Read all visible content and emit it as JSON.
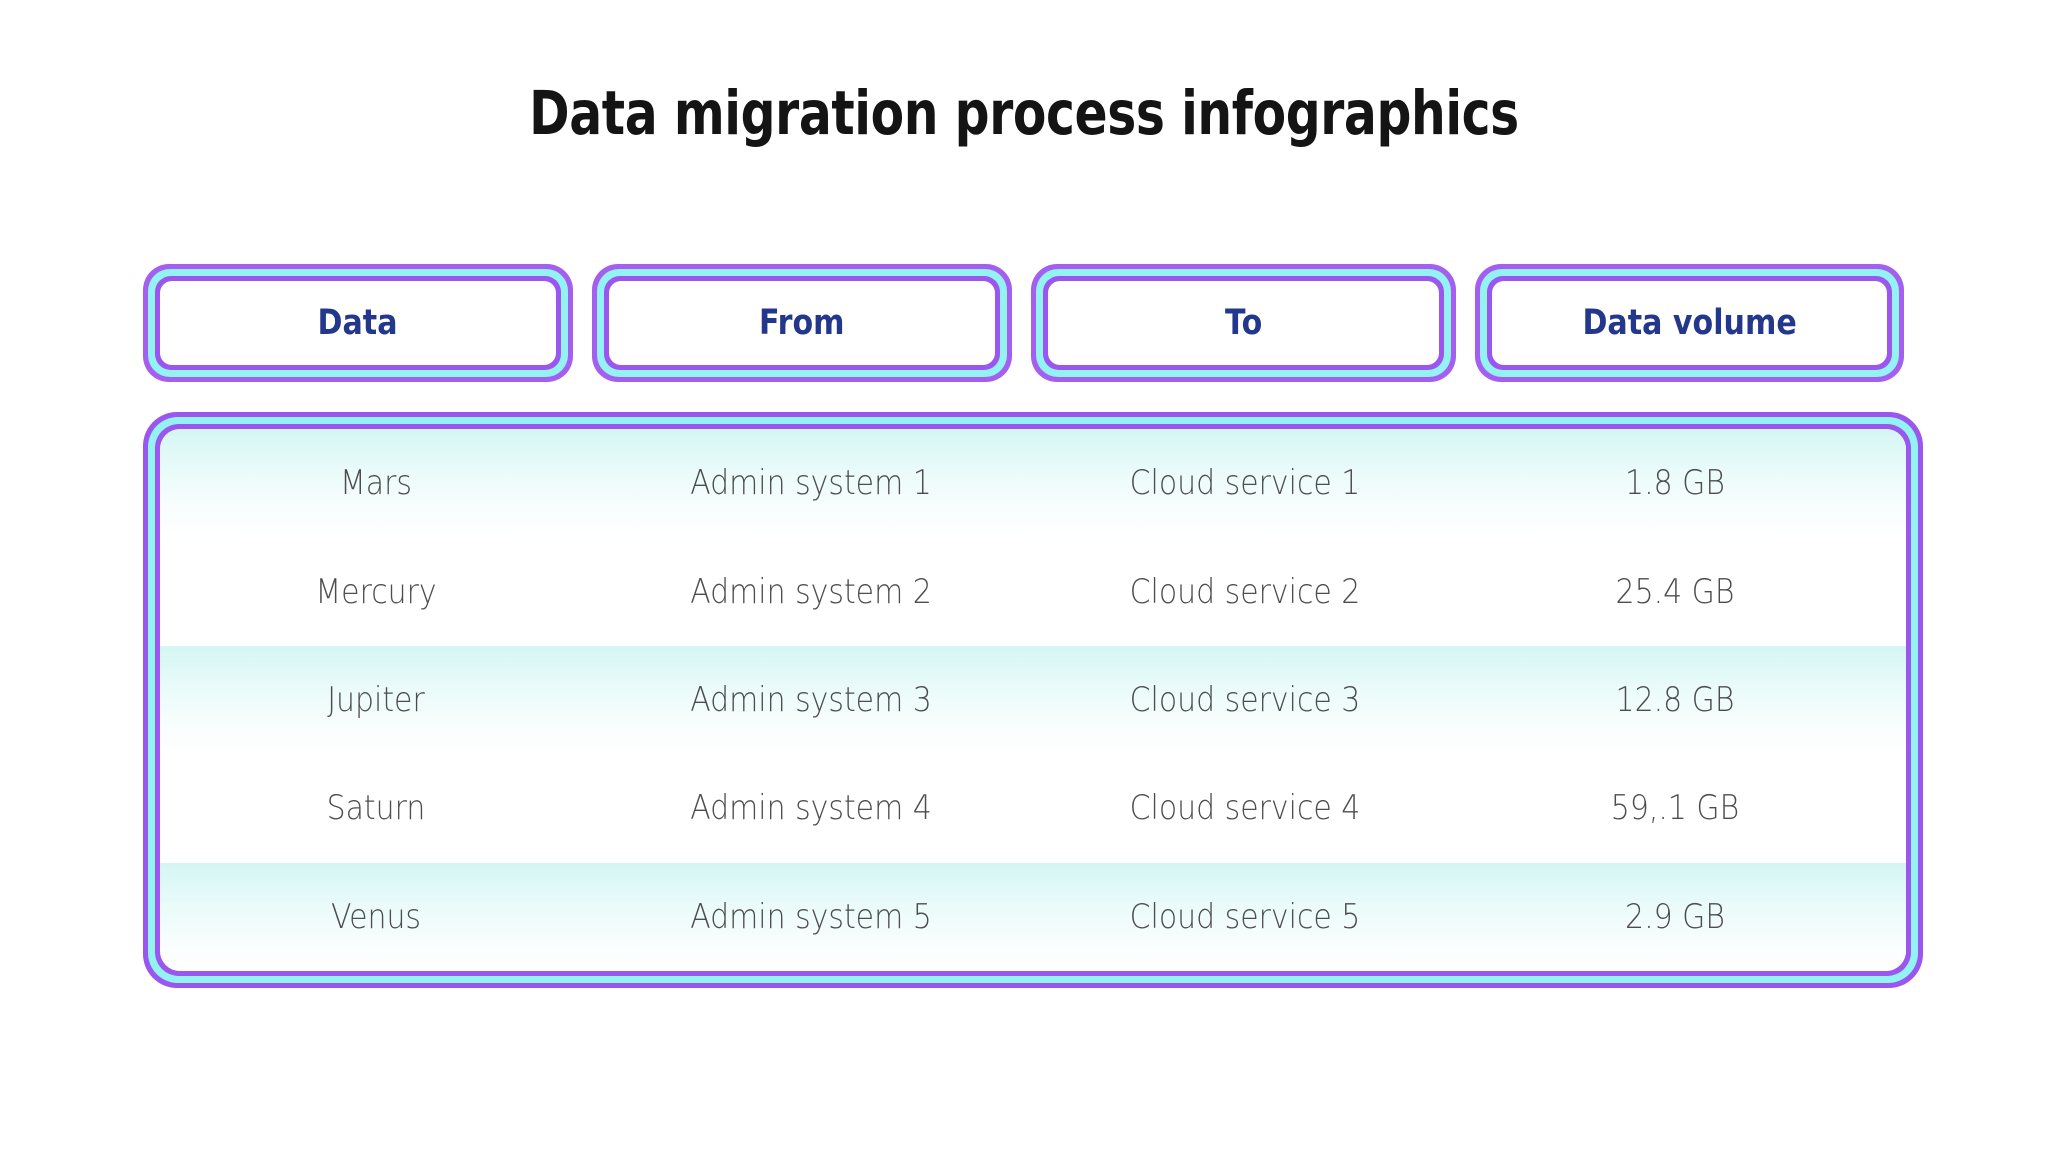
{
  "page": {
    "title": "Data migration process infographics",
    "background_color": "#ffffff"
  },
  "theme": {
    "outer_ring_purple": "#9a56ee",
    "middle_ring_cyan": "#93f2f2",
    "inner_ring_purple": "#9a56ee",
    "header_text_color": "#23388c",
    "body_text_color": "#4d4d4d",
    "row_shade_cyan": "#d4f6f4",
    "row_plain_white": "#ffffff",
    "title_color": "#141414"
  },
  "table": {
    "headers": [
      {
        "key": "data",
        "label": "Data"
      },
      {
        "key": "from",
        "label": "From"
      },
      {
        "key": "to",
        "label": "To"
      },
      {
        "key": "volume",
        "label": "Data volume"
      }
    ],
    "rows": [
      {
        "data": "Mars",
        "from": "Admin system 1",
        "to": "Cloud service 1",
        "volume": "1.8 GB",
        "shaded": true
      },
      {
        "data": "Mercury",
        "from": "Admin system 2",
        "to": "Cloud service 2",
        "volume": "25.4 GB",
        "shaded": false
      },
      {
        "data": "Jupiter",
        "from": "Admin system 3",
        "to": "Cloud service 3",
        "volume": "12.8 GB",
        "shaded": true
      },
      {
        "data": "Saturn",
        "from": "Admin system 4",
        "to": "Cloud service 4",
        "volume": "59,.1 GB",
        "shaded": false
      },
      {
        "data": "Venus",
        "from": "Admin system 5",
        "to": "Cloud service 5",
        "volume": "2.9 GB",
        "shaded": true
      }
    ]
  }
}
